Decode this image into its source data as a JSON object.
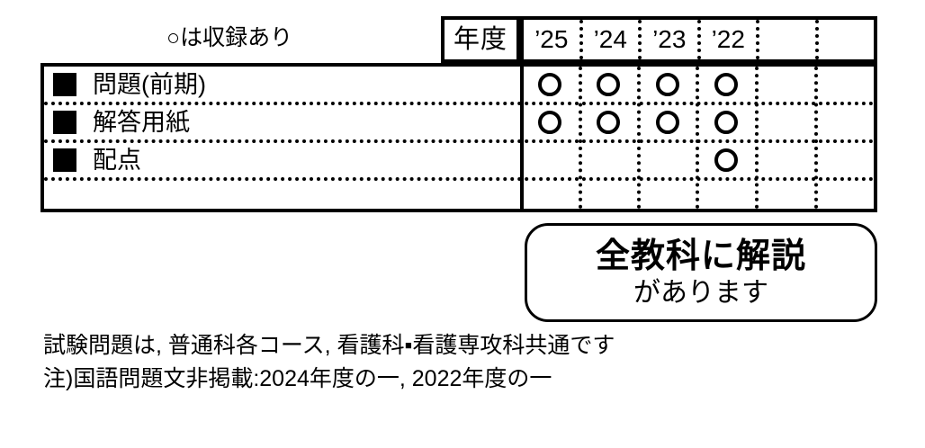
{
  "legend": {
    "text": "○は収録あり"
  },
  "table": {
    "year_header_label": "年度",
    "year_columns": [
      "’25",
      "’24",
      "’23",
      "’22",
      "",
      ""
    ],
    "rows": [
      {
        "bullet": "filled-square",
        "label": "問題(前期)",
        "marks": [
          "○",
          "○",
          "○",
          "○",
          "",
          ""
        ]
      },
      {
        "bullet": "filled-square",
        "label": "解答用紙",
        "marks": [
          "○",
          "○",
          "○",
          "○",
          "",
          ""
        ]
      },
      {
        "bullet": "filled-square",
        "label": "配点",
        "marks": [
          "",
          "",
          "",
          "○",
          "",
          ""
        ]
      },
      {
        "bullet": "",
        "label": "",
        "marks": [
          "",
          "",
          "",
          "",
          "",
          ""
        ]
      }
    ]
  },
  "callout": {
    "line1": "全教科に解説",
    "line2": "があります"
  },
  "notes": [
    "試験問題は, 普通科各コース, 看護科▪看護専攻科共通です",
    "注)国語問題文非掲載:2024年度の一, 2022年度の一"
  ],
  "colors": {
    "ink": "#000000",
    "paper": "#ffffff"
  }
}
